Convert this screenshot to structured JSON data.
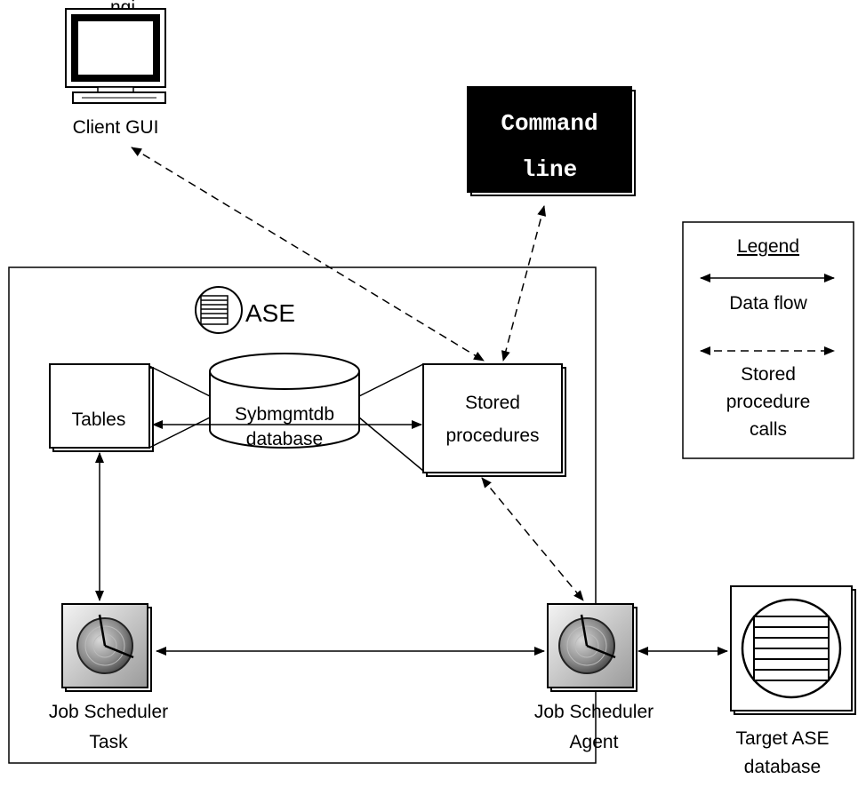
{
  "partial_header": "ngi",
  "client_gui": {
    "label": "Client GUI"
  },
  "command_line": {
    "line1": "Command",
    "line2": "line"
  },
  "ase": {
    "label": "ASE"
  },
  "tables": {
    "label": "Tables"
  },
  "database": {
    "line1": "Sybmgmtdb",
    "line2": "database"
  },
  "stored_procedures": {
    "line1": "Stored",
    "line2": "procedures"
  },
  "task": {
    "line1": "Job Scheduler",
    "line2": "Task"
  },
  "agent": {
    "line1": "Job Scheduler",
    "line2": "Agent"
  },
  "target": {
    "line1": "Target ASE",
    "line2": "database"
  },
  "legend": {
    "title": "Legend",
    "data_flow": "Data flow",
    "stored_line1": "Stored",
    "stored_line2": "procedure",
    "stored_line3": "calls"
  }
}
